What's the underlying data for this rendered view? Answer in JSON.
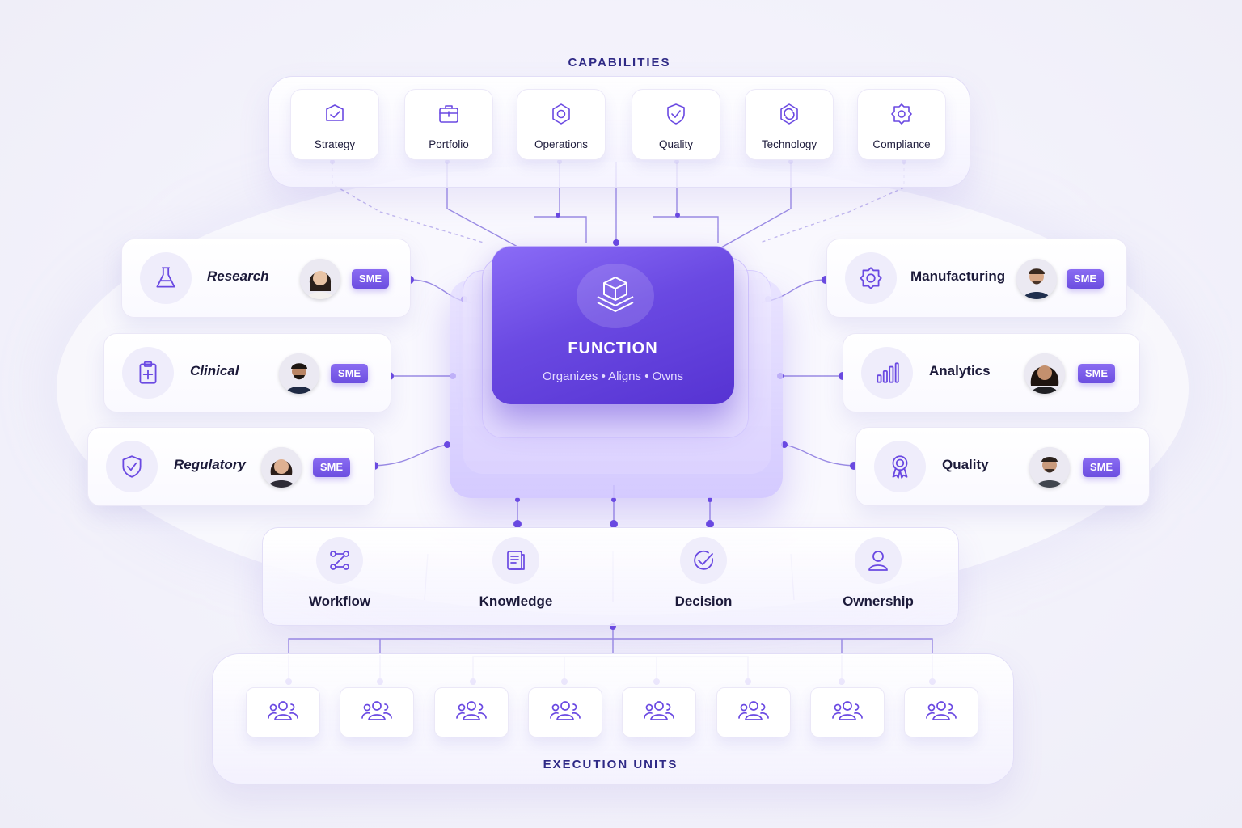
{
  "capabilities": {
    "title": "CAPABILITIES",
    "items": [
      {
        "label": "Strategy",
        "icon": "strategy-icon"
      },
      {
        "label": "Portfolio",
        "icon": "portfolio-icon"
      },
      {
        "label": "Operations",
        "icon": "operations-icon"
      },
      {
        "label": "Quality",
        "icon": "shield-check-icon"
      },
      {
        "label": "Technology",
        "icon": "technology-icon"
      },
      {
        "label": "Compliance",
        "icon": "compliance-gear-icon"
      }
    ]
  },
  "function": {
    "title": "FUNCTION",
    "subtitle": "Organizes • Aligns • Owns",
    "icon": "layers-cube-icon"
  },
  "left_domains": [
    {
      "label": "Research",
      "icon": "flask-icon",
      "badge": "SME"
    },
    {
      "label": "Clinical",
      "icon": "clipboard-plus-icon",
      "badge": "SME"
    },
    {
      "label": "Regulatory",
      "icon": "shield-check-icon",
      "badge": "SME"
    }
  ],
  "right_domains": [
    {
      "label": "Manufacturing",
      "icon": "gear-icon",
      "badge": "SME"
    },
    {
      "label": "Analytics",
      "icon": "bar-chart-icon",
      "badge": "SME"
    },
    {
      "label": "Quality",
      "icon": "award-ribbon-icon",
      "badge": "SME"
    }
  ],
  "core_items": [
    {
      "label": "Workflow",
      "icon": "workflow-icon"
    },
    {
      "label": "Knowledge",
      "icon": "document-icon"
    },
    {
      "label": "Decision",
      "icon": "check-circle-icon"
    },
    {
      "label": "Ownership",
      "icon": "user-icon"
    }
  ],
  "execution_units": {
    "title": "EXECUTION UNITS",
    "count": 8,
    "icon": "team-icon"
  },
  "colors": {
    "accent": "#6a49e2",
    "accent_light": "#8b6cf7",
    "title": "#2f2a86",
    "line": "#8a78e0"
  }
}
